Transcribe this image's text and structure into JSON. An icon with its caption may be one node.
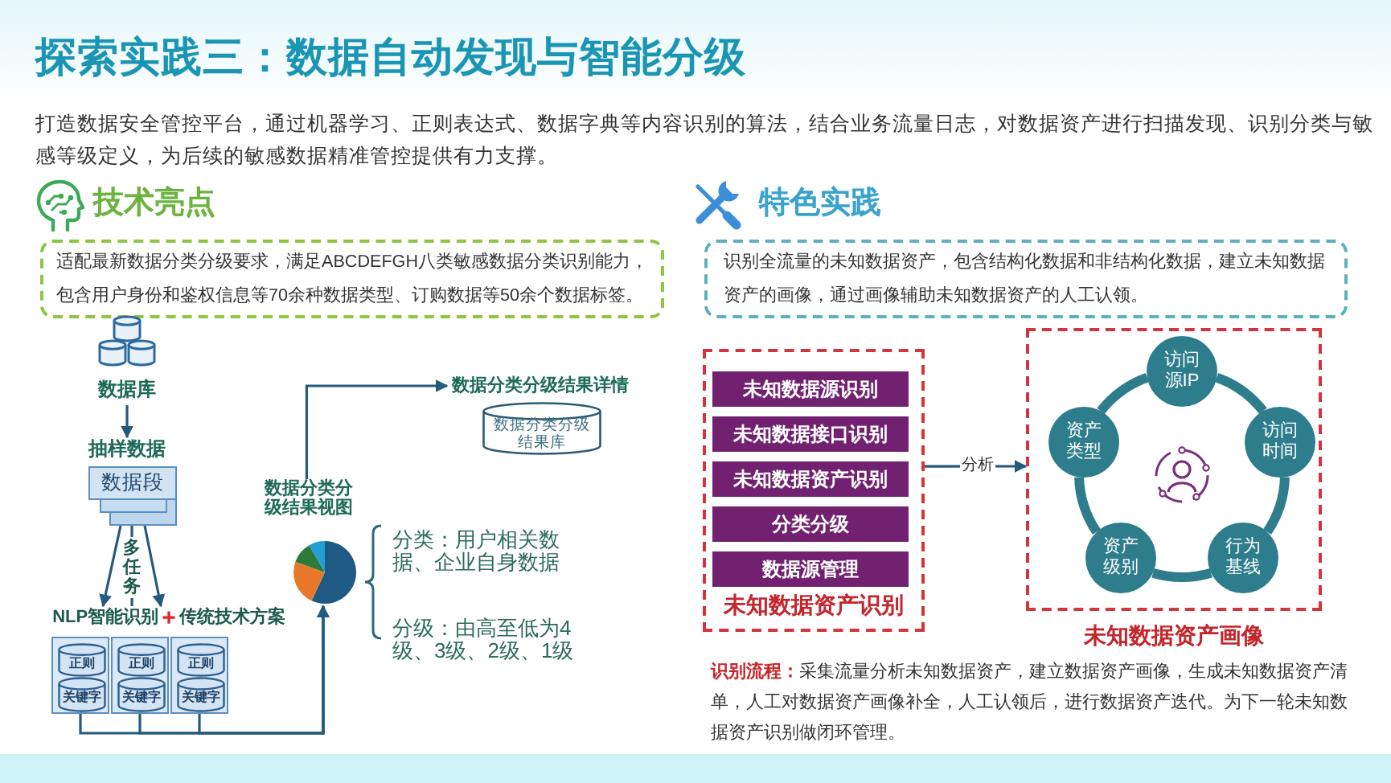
{
  "diagram": {
    "title": "探索实践三：数据自动发现与智能分级",
    "nodes": [
      {
        "text": [
          "适配最新数据分类分级要求，满足ABCDEFGH八类敏感数据分类识别能力，包含用户身份和鉴权信息等70余种数据类型、订购数据等50余个数据标签。"
        ]
      },
      {
        "text": [
          "数据库"
        ]
      },
      {
        "text": [
          "抽样数据",
          "数据段"
        ]
      },
      {
        "text": [
          "NLP智能识别",
          "+",
          "传统技术方案"
        ]
      },
      {
        "text": [],
        "shape": "box"
      },
      {
        "text": [
          "正则"
        ],
        "in": 4
      },
      {
        "text": [
          "关键字"
        ],
        "in": 4
      },
      {
        "text": [],
        "shape": "box"
      },
      {
        "text": [
          "正则"
        ],
        "in": 7
      },
      {
        "text": [
          "关键字"
        ],
        "in": 7
      },
      {
        "text": [],
        "shape": "box"
      },
      {
        "text": [
          "正则"
        ],
        "in": 10
      },
      {
        "text": [
          "关键字"
        ],
        "in": 10
      },
      {
        "text": [
          "数据分类分级结果视图"
        ]
      },
      {
        "text": [
          "数据分类分级结果详情",
          "数据分类分级结果库"
        ]
      },
      {
        "text": [
          "识别全流量的未知数据资产，包含结构化数据和非结构化数据，建立未知数据资产的画像，通过画像辅助未知数据资产的人工认领。"
        ]
      },
      {
        "text": [
          "未知数据资产识别"
        ]
      },
      {
        "text": [
          "未知数据源识别"
        ],
        "in": 16
      },
      {
        "text": [
          "未知数据接口识别"
        ],
        "in": 16
      },
      {
        "text": [
          "未知数据资产识别"
        ],
        "in": 16
      },
      {
        "text": [
          "分类分级"
        ],
        "in": 16
      },
      {
        "text": [
          "数据源管理"
        ],
        "in": 16
      },
      {
        "text": [
          "未知数据资产画像"
        ]
      },
      {
        "text": [
          "访问源IP"
        ],
        "in": 22
      },
      {
        "text": [
          "资产类型"
        ],
        "in": 22
      },
      {
        "text": [
          "访问时间"
        ],
        "in": 22
      },
      {
        "text": [
          "资产级别"
        ],
        "in": 22
      },
      {
        "text": [
          "行为基线"
        ],
        "in": 22
      }
    ],
    "edges": [
      {
        "from": 1,
        "to": 2,
        "arrow": "to"
      },
      {
        "from": 2,
        "to": 3,
        "arrow": "to"
      },
      {
        "from": 2,
        "to": 3,
        "arrow": "none",
        "label": "多任务"
      },
      {
        "from": 2,
        "to": 3,
        "arrow": "to"
      },
      {
        "from": 4,
        "to": 13,
        "arrow": "to"
      },
      {
        "from": 7,
        "to": 13,
        "arrow": "to"
      },
      {
        "from": 10,
        "to": 13,
        "arrow": "to"
      },
      {
        "from": 13,
        "to": 14,
        "arrow": "to"
      },
      {
        "from": 16,
        "to": 22,
        "arrow": "to",
        "label": "分析"
      },
      {
        "from": 23,
        "to": 25,
        "arrow": "none",
        "style": "thick",
        "color": "#2e7d8c"
      },
      {
        "from": 25,
        "to": 27,
        "arrow": "none",
        "style": "thick",
        "color": "#2e7d8c"
      },
      {
        "from": 27,
        "to": 26,
        "arrow": "none",
        "style": "thick",
        "color": "#2e7d8c"
      },
      {
        "from": 26,
        "to": 24,
        "arrow": "none",
        "style": "thick",
        "color": "#2e7d8c"
      },
      {
        "from": 24,
        "to": 23,
        "arrow": "none",
        "style": "thick",
        "color": "#2e7d8c"
      }
    ],
    "labels": [
      "打造数据安全管控平台，通过机器学习、正则表达式、数据字典等内容识别的算法，结合业务流量日志，对数据资产进行扫描发现、识别分类与敏感等级定义，为后续的敏感数据精准管控提供有力支撑。",
      "技术亮点",
      "特色实践",
      "分类：用户相关数据、企业自身数据",
      "分级：由高至低为4级、3级、2级、1级",
      "**识别流程：**采集流量分析未知数据资产，建立数据资产画像，生成未知数据资产清单，人工对数据资产画像补全，人工认领后，进行数据资产迭代。为下一轮未知数据资产识别做闭环管理。"
    ]
  }
}
